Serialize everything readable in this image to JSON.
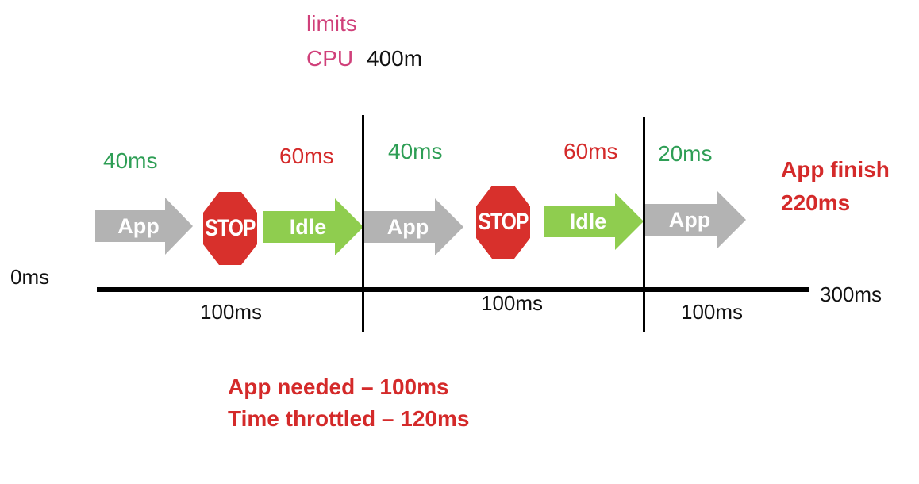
{
  "limits": {
    "title": "limits",
    "cpu_label": "CPU",
    "cpu_value": "400m"
  },
  "time_markers": {
    "start": "0ms",
    "end": "300ms"
  },
  "periods": [
    "100ms",
    "100ms",
    "100ms"
  ],
  "durations": [
    "40ms",
    "60ms",
    "40ms",
    "60ms",
    "20ms"
  ],
  "blocks": {
    "app": "App",
    "stop": "STOP",
    "idle": "Idle"
  },
  "finish": {
    "line1": "App finish",
    "line2": "220ms"
  },
  "summary": {
    "needed": "App needed – 100ms",
    "throttled": "Time throttled – 120ms"
  },
  "colors": {
    "app_arrow": "#b3b3b3",
    "idle_arrow": "#8fcd4f",
    "stop_sign": "#d8302c",
    "green_text": "#2e9e55",
    "red_text": "#d42a2a",
    "limit_text": "#d0407a"
  }
}
